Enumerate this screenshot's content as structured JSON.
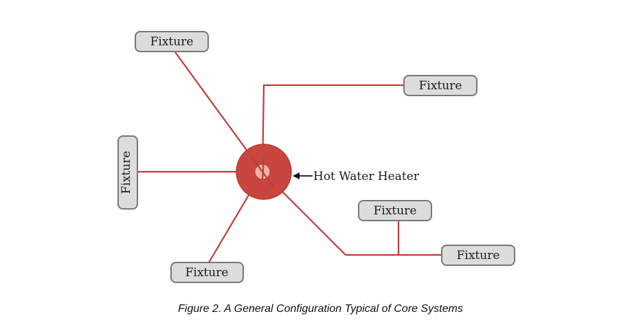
{
  "diagram": {
    "heater_label": "Hot Water Heater",
    "fixtures": [
      "Fixture",
      "Fixture",
      "Fixture",
      "Fixture",
      "Fixture",
      "Fixture"
    ],
    "colors": {
      "pipe": "#c0393a",
      "heater_outer": "#c9463f",
      "heater_inner": "#efb3a6",
      "fixture_fill": "#dcdcdc",
      "fixture_border": "#777777"
    }
  },
  "caption": "Figure 2. A General Configuration Typical of Core Systems"
}
